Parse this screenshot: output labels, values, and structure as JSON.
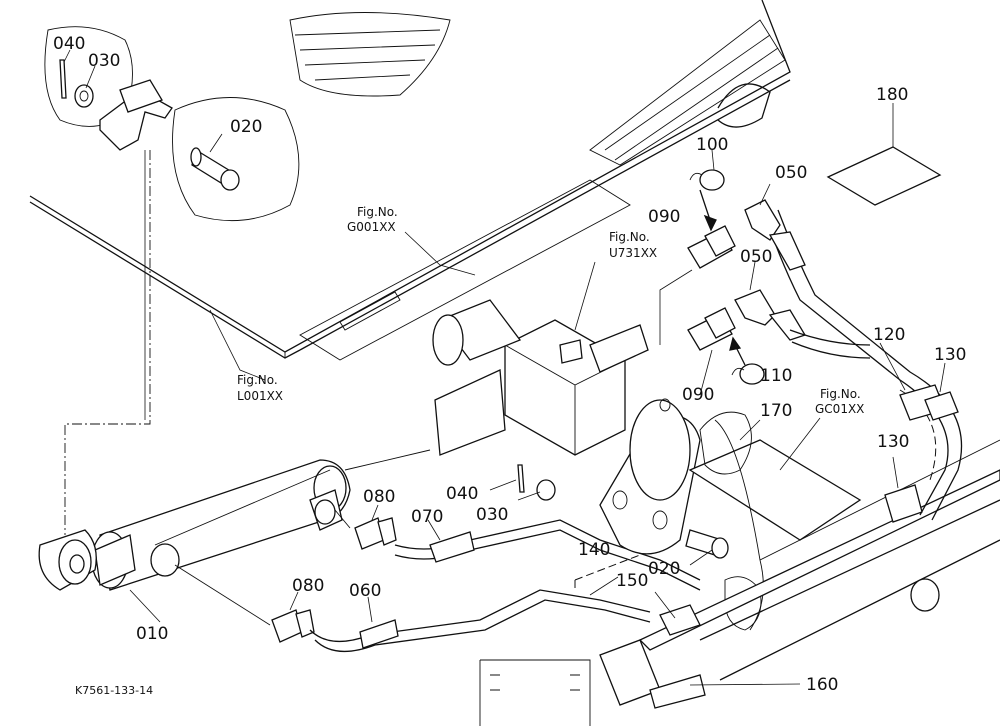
{
  "diagram": {
    "code": "K7561-133-14",
    "callouts": {
      "c010": "010",
      "c020a": "020",
      "c020b": "020",
      "c030a": "030",
      "c030b": "030",
      "c040a": "040",
      "c040b": "040",
      "c050a": "050",
      "c050b": "050",
      "c060": "060",
      "c070": "070",
      "c080a": "080",
      "c080b": "080",
      "c090a": "090",
      "c090b": "090",
      "c100": "100",
      "c110": "110",
      "c120": "120",
      "c130a": "130",
      "c130b": "130",
      "c140": "140",
      "c150": "150",
      "c160": "160",
      "c170": "170",
      "c180": "180"
    },
    "fig_refs": {
      "g001_label": "Fig.No.",
      "g001_code": "G001XX",
      "u731_label": "Fig.No.",
      "u731_code": "U731XX",
      "l001_label": "Fig.No.",
      "l001_code": "L001XX",
      "gc001_label": "Fig.No.",
      "gc001_code": "GC01XX"
    }
  }
}
